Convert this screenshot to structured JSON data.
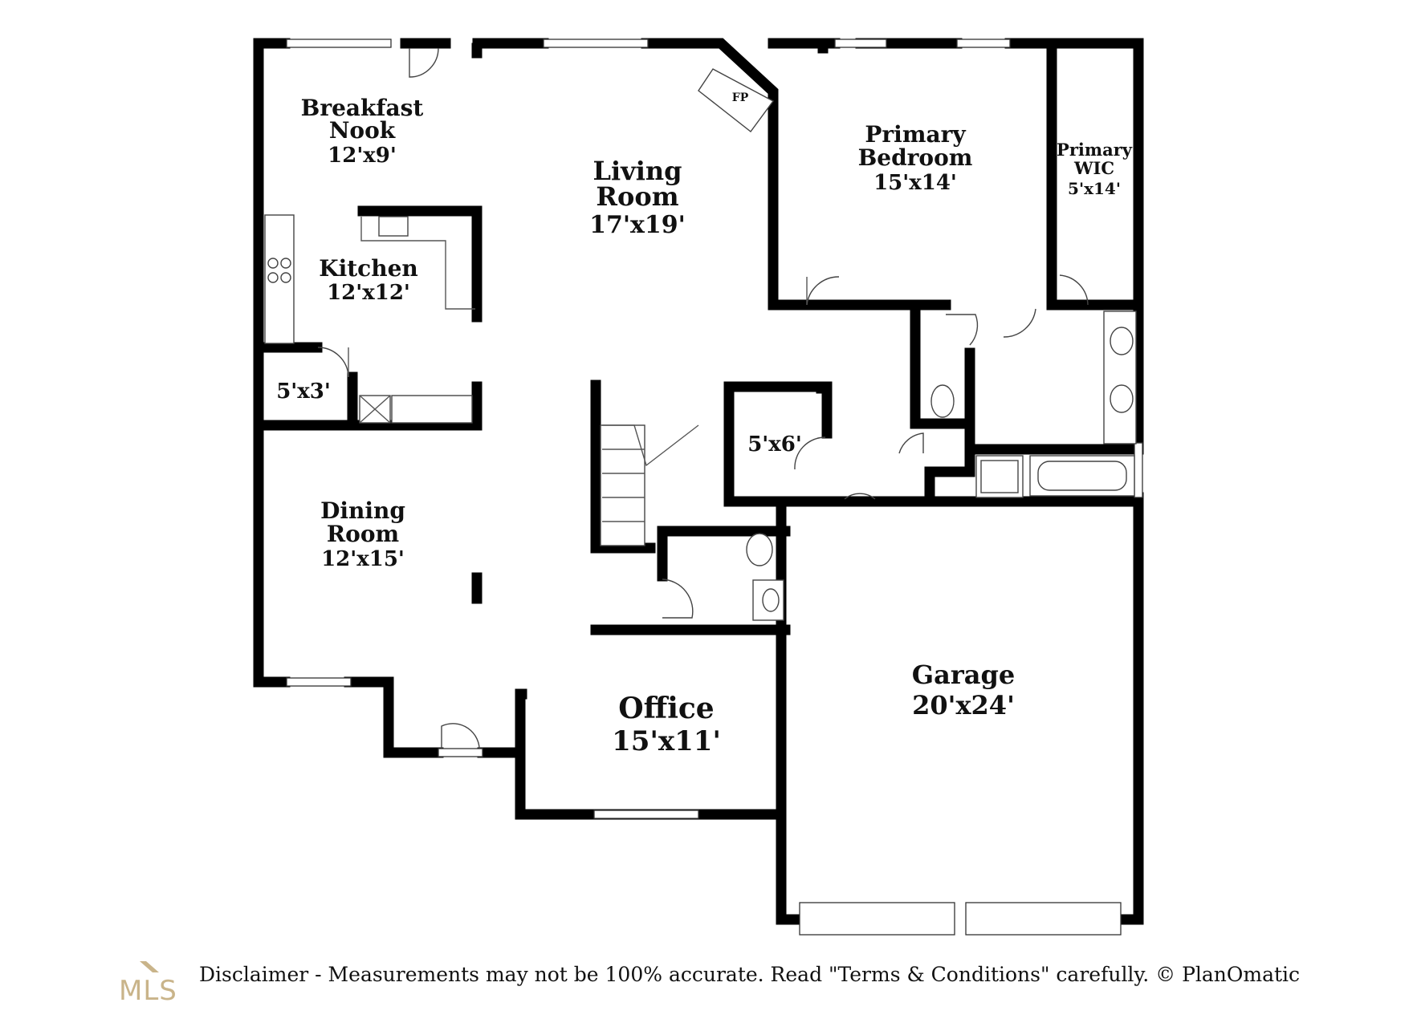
{
  "rooms": {
    "breakfast_nook": {
      "name_line1": "Breakfast",
      "name_line2": "Nook",
      "size": "12'x9'"
    },
    "kitchen": {
      "name": "Kitchen",
      "size": "12'x12'"
    },
    "pantry": {
      "size": "5'x3'"
    },
    "dining_room": {
      "name_line1": "Dining",
      "name_line2": "Room",
      "size": "12'x15'"
    },
    "living_room": {
      "name_line1": "Living",
      "name_line2": "Room",
      "size": "17'x19'"
    },
    "fireplace": {
      "label": "FP"
    },
    "primary_bedroom": {
      "name_line1": "Primary",
      "name_line2": "Bedroom",
      "size": "15'x14'"
    },
    "primary_wic": {
      "name_line1": "Primary",
      "name_line2": "WIC",
      "size": "5'x14'"
    },
    "closet": {
      "size": "5'x6'"
    },
    "office": {
      "name": "Office",
      "size": "15'x11'"
    },
    "garage": {
      "name": "Garage",
      "size": "20'x24'"
    }
  },
  "footer": {
    "disclaimer": "Disclaimer - Measurements may not be 100% accurate. Read \"Terms & Conditions\" carefully. © PlanOmatic",
    "logo_text": "MLS"
  },
  "colors": {
    "wall": "#000000",
    "logo": "#c9b48a"
  }
}
